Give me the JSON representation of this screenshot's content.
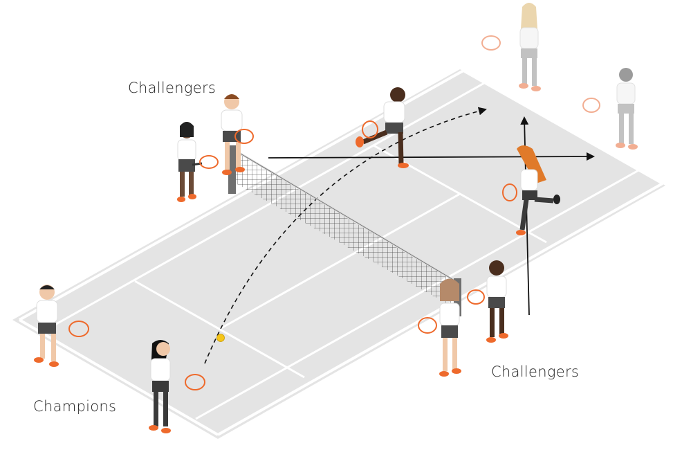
{
  "labels": {
    "top_team": "Challengers",
    "right_team": "Challengers",
    "bottom_team": "Champions"
  },
  "colors": {
    "court": "#e4e4e4",
    "court_lines": "#ffffff",
    "shirt": "#ffffff",
    "shorts": "#4a4a4a",
    "racket": "#ee6a2c",
    "shoes": "#ee6a2c",
    "ball": "#f5c518",
    "faded_player": "#b8b8b8",
    "arrows": "#111111"
  },
  "players": [
    {
      "team": "top_team",
      "icon": "player-standing"
    },
    {
      "team": "top_team",
      "icon": "player-ready"
    },
    {
      "team": "right_team",
      "icon": "player-running"
    },
    {
      "team": "right_team",
      "icon": "player-running-long-hair"
    },
    {
      "team": "right_team",
      "icon": "player-ready"
    },
    {
      "team": "right_team",
      "icon": "player-ready"
    },
    {
      "team": "faded",
      "icon": "player-ready-faded"
    },
    {
      "team": "faded",
      "icon": "player-ready-faded"
    },
    {
      "team": "bottom_team",
      "icon": "player-ready"
    },
    {
      "team": "bottom_team",
      "icon": "player-ready-ponytail"
    }
  ]
}
